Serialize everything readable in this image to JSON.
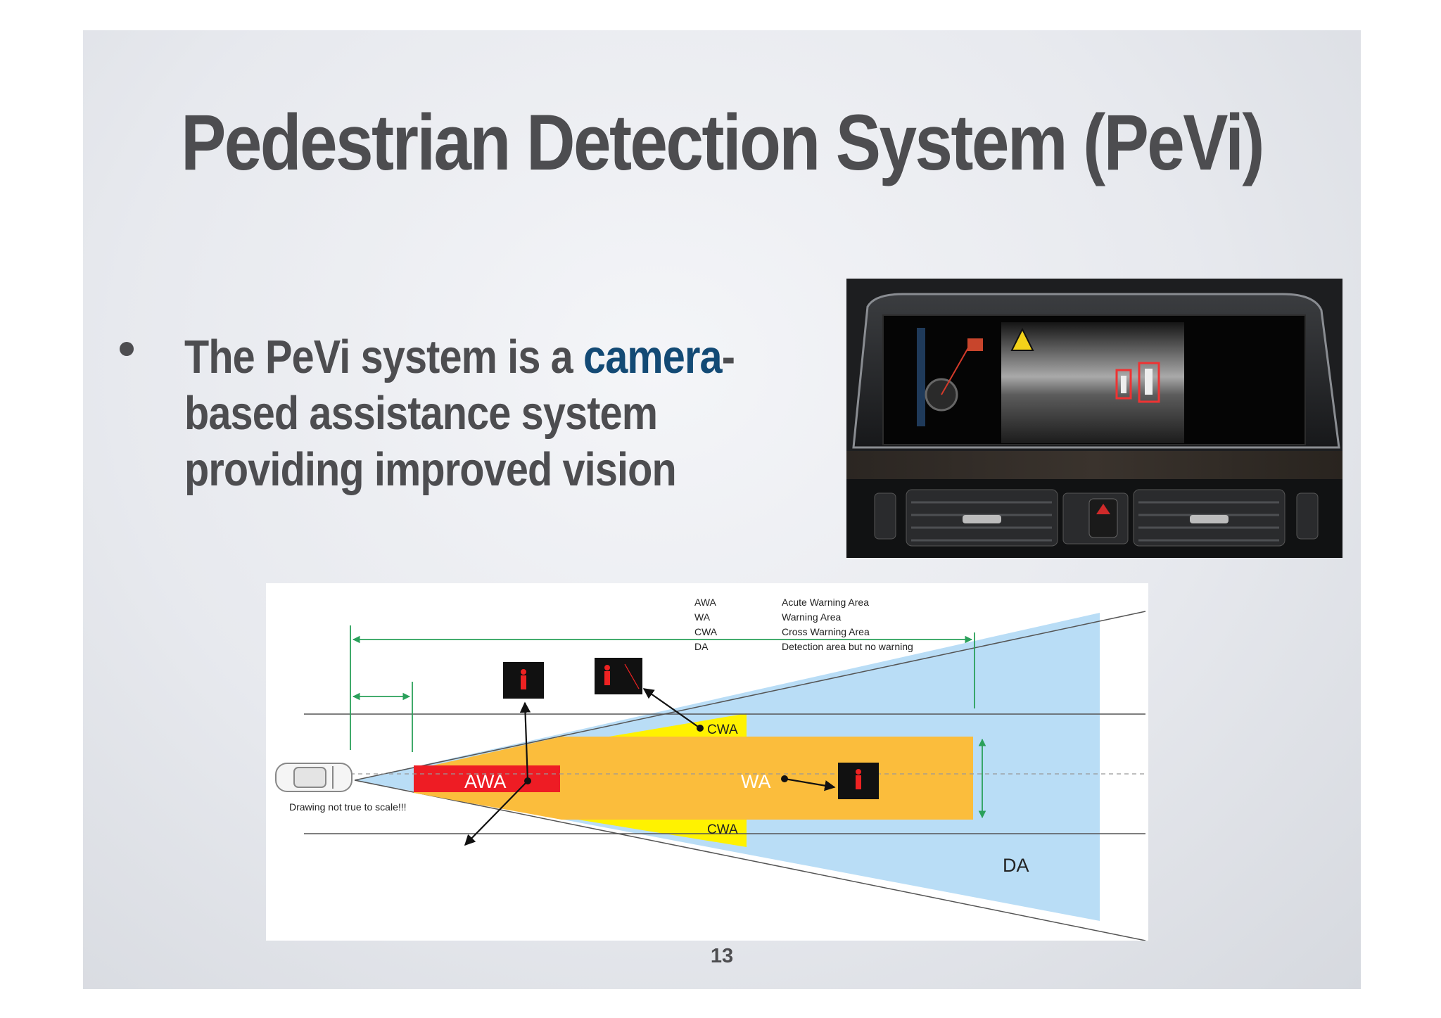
{
  "slide": {
    "title": "Pedestrian Detection System (PeVi)",
    "bullet": {
      "before": "The PeVi system is a ",
      "highlight": "camera",
      "after": "-based assistance system providing improved vision"
    },
    "page_number": "13"
  },
  "diagram": {
    "legend": [
      {
        "abbr": "AWA",
        "meaning": "Acute Warning Area"
      },
      {
        "abbr": "WA",
        "meaning": "Warning Area"
      },
      {
        "abbr": "CWA",
        "meaning": "Cross Warning Area"
      },
      {
        "abbr": "DA",
        "meaning": "Detection area but no warning"
      }
    ],
    "zones": {
      "awa": "AWA",
      "wa": "WA",
      "cwa_top": "CWA",
      "cwa_bottom": "CWA",
      "da": "DA"
    },
    "note": "Drawing not true to scale!!!"
  },
  "colors": {
    "text": "#4d4d50",
    "highlight": "#134a75",
    "awa": "#ee1c24",
    "wa": "#fbbd3c",
    "cwa": "#fff200",
    "da": "#b9ddf6"
  }
}
